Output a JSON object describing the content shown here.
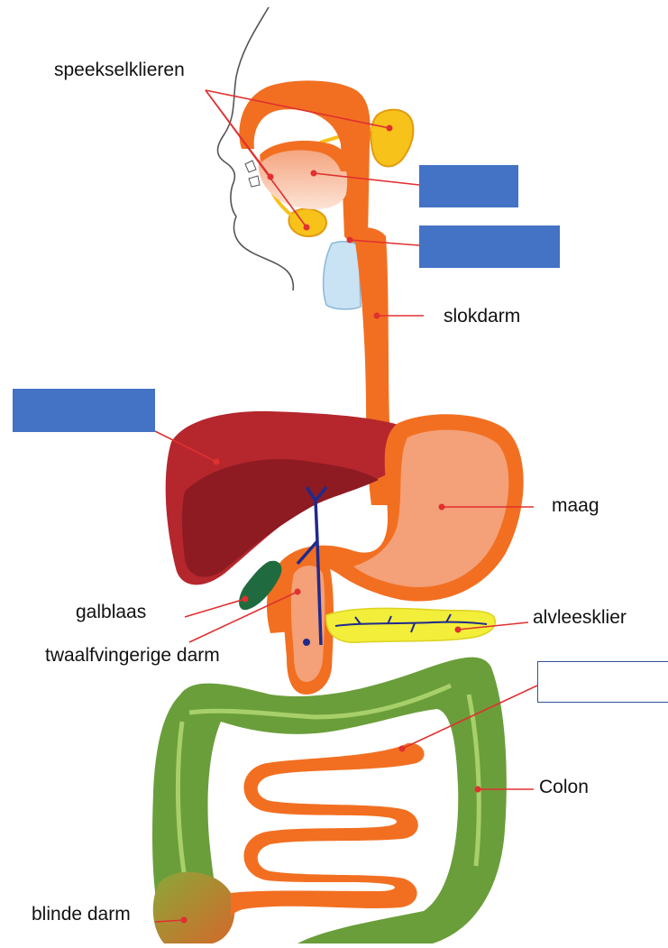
{
  "labels": {
    "salivary_glands": "speekselklieren",
    "esophagus": "slokdarm",
    "stomach": "maag",
    "gallbladder": "galblaas",
    "pancreas": "alvleesklier",
    "duodenum": "twaalfvingerige darm",
    "colon": "Colon",
    "cecum": "blinde darm"
  },
  "colors": {
    "answer_box_fill": "#4472c4",
    "answer_box_border": "#2f5597",
    "leader_line": "#e03030",
    "organ_orange": "#f26f21",
    "organ_light": "#f4a078",
    "liver": "#b5272d",
    "liver_dark": "#8e1b22",
    "colon_green": "#6a9e3a",
    "colon_light": "#a8d06a",
    "pancreas_yellow": "#f2ee3a",
    "bile_duct": "#1f2a8c",
    "gallbladder": "#1f6b3f",
    "gland_yellow": "#f7c21a",
    "trachea_blue": "#c9e3f5"
  }
}
